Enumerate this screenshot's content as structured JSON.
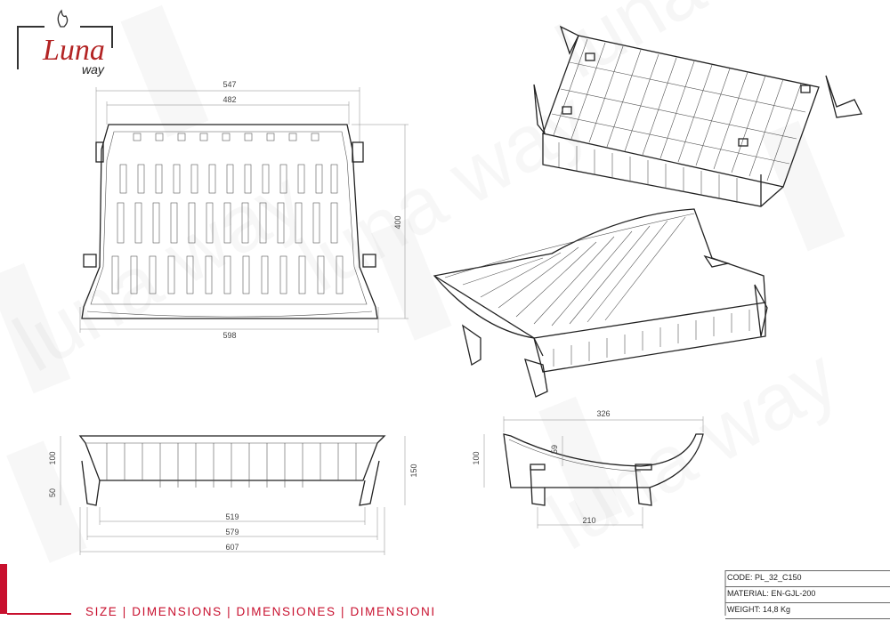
{
  "logo": {
    "brand_line1": "Luna",
    "brand_line2": "way",
    "primary_color": "#b32424"
  },
  "footer": {
    "title": "SIZE | DIMENSIONS | DIMENSIONES | DIMENSIONI",
    "accent_color": "#c8102e"
  },
  "specs": {
    "code": "CODE: PL_32_C150",
    "material": "MATERIAL: EN-GJL-200",
    "weight": "WEIGHT: 14,8 Kg"
  },
  "dimensions": {
    "top_view": {
      "width_outer_top": "547",
      "width_inner_top": "482",
      "depth": "400",
      "width_bottom": "598"
    },
    "front_view": {
      "height_body": "100",
      "leg": "50",
      "total_height": "150",
      "inner": "519",
      "mid": "579",
      "outer": "607"
    },
    "side_view": {
      "top_width": "326",
      "curve_depth": "59",
      "height": "100",
      "base_width": "210"
    }
  },
  "watermark": {
    "text": "luna way"
  },
  "icons": [
    "flame-icon"
  ]
}
